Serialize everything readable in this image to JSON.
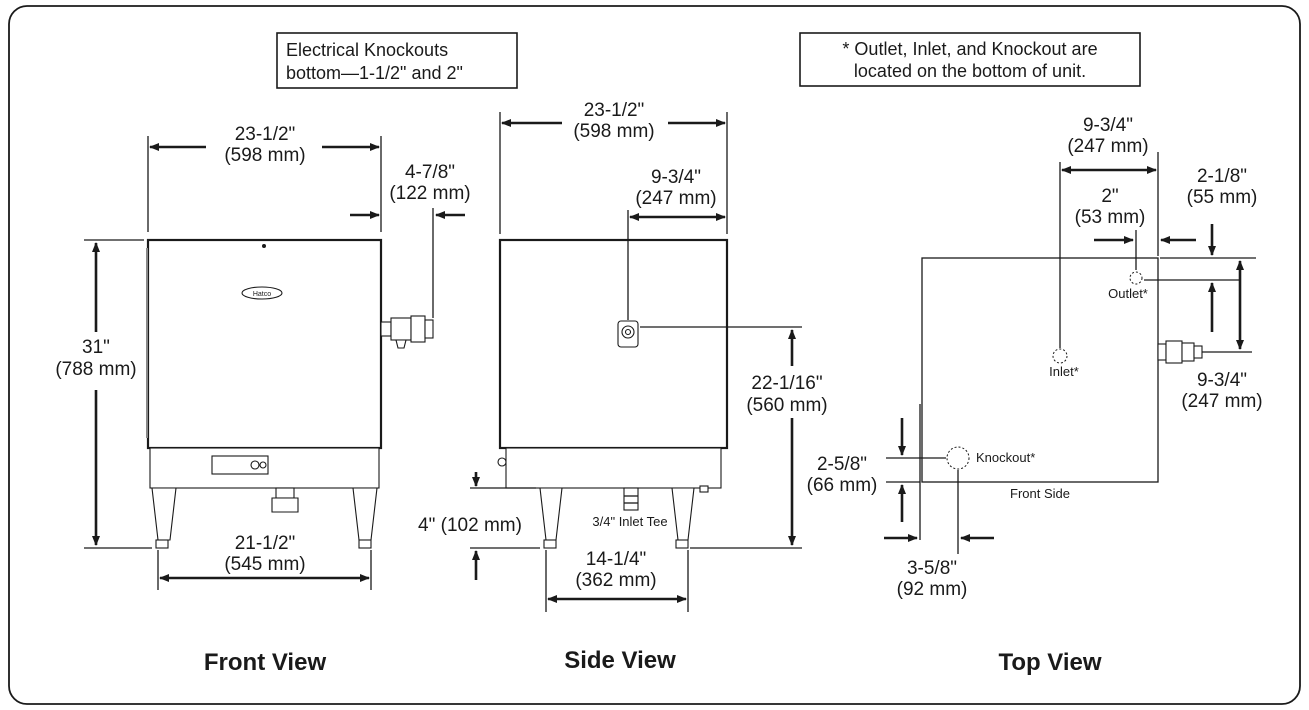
{
  "notes": {
    "electrical_line1": "Electrical Knockouts",
    "electrical_line2": "bottom—1-1/2\" and 2\"",
    "location_line1": "* Outlet, Inlet, and Knockout are",
    "location_line2": "located on the bottom of unit."
  },
  "front_view": {
    "title": "Front View",
    "width_top": {
      "imperial": "23-1/2\"",
      "metric": "(598 mm)"
    },
    "fitting_offset": {
      "imperial": "4-7/8\"",
      "metric": "(122 mm)"
    },
    "height": {
      "imperial": "31\"",
      "metric": "(788 mm)"
    },
    "width_legs": {
      "imperial": "21-1/2\"",
      "metric": "(545 mm)"
    }
  },
  "side_view": {
    "title": "Side View",
    "depth_top": {
      "imperial": "23-1/2\"",
      "metric": "(598 mm)"
    },
    "fitting_depth": {
      "imperial": "9-3/4\"",
      "metric": "(247 mm)"
    },
    "fitting_height": {
      "imperial": "22-1/16\"",
      "metric": "(560 mm)"
    },
    "leg_height": "4\" (102 mm)",
    "inlet_tee_label": "3/4\" Inlet Tee",
    "leg_spacing": {
      "imperial": "14-1/4\"",
      "metric": "(362 mm)"
    }
  },
  "top_view": {
    "title": "Top View",
    "inlet_offset": {
      "imperial": "9-3/4\"",
      "metric": "(247 mm)"
    },
    "outlet_offset": {
      "imperial": "2\"",
      "metric": "(53 mm)"
    },
    "outlet_edge": {
      "imperial": "2-1/8\"",
      "metric": "(55 mm)"
    },
    "fitting_side": {
      "imperial": "9-3/4\"",
      "metric": "(247 mm)"
    },
    "knockout_front": {
      "imperial": "2-5/8\"",
      "metric": "(66 mm)"
    },
    "knockout_side": {
      "imperial": "3-5/8\"",
      "metric": "(92 mm)"
    },
    "outlet_label": "Outlet*",
    "inlet_label": "Inlet*",
    "knockout_label": "Knockout*",
    "front_side_label": "Front Side"
  }
}
